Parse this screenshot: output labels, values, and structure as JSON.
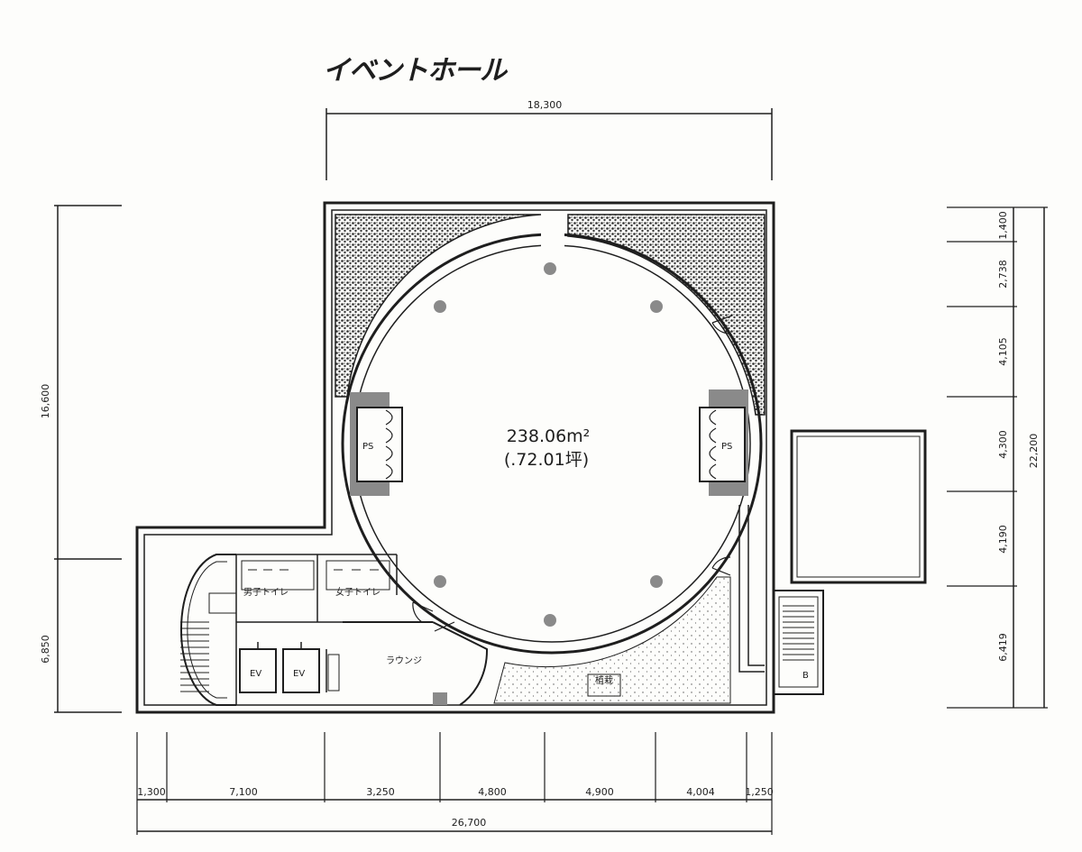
{
  "title": "イベントホール",
  "hall": {
    "area_m2": "238.06m²",
    "area_tsubo": "(.72.01坪)"
  },
  "rooms": {
    "ps_left": "PS",
    "ps_right": "PS",
    "ev1": "EV",
    "ev2": "EV",
    "toilet_1": "男子トイレ",
    "toilet_2": "女子トイレ",
    "lounge": "ラウンジ",
    "garden": "植栽",
    "stair": "B"
  },
  "dimensions": {
    "top_width": "18,300",
    "left_upper": "16,600",
    "left_lower": "6,850",
    "right_total": "22,200",
    "right_1": "1,400",
    "right_2": "2,738",
    "right_3": "4,105",
    "right_4": "4,300",
    "right_5": "4,190",
    "right_6": "6,419",
    "bottom_1": "1,300",
    "bottom_2": "7,100",
    "bottom_3": "3,250",
    "bottom_4": "4,800",
    "bottom_5": "4,900",
    "bottom_6": "4,004",
    "bottom_7": "1,250",
    "bottom_total": "26,700"
  },
  "colors": {
    "ink": "#1e1e1e",
    "planting": "#3a3a3a",
    "column": "#8a8a8a",
    "paper": "#fdfdfb"
  }
}
